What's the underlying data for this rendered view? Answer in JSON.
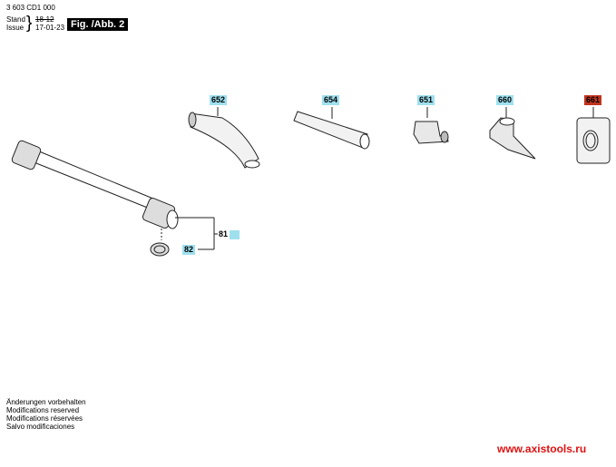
{
  "header": {
    "doc_number": "3 603 CD1 000",
    "stand_label": "Stand",
    "issue_label": "Issue",
    "stand_value": "18-12",
    "issue_value": "17-01-23",
    "figure": "Fig. /Abb. 2"
  },
  "parts": [
    {
      "number": "652",
      "highlight": "#9fe0ef"
    },
    {
      "number": "654",
      "highlight": "#9fe0ef"
    },
    {
      "number": "651",
      "highlight": "#9fe0ef"
    },
    {
      "number": "660",
      "highlight": "#9fe0ef"
    },
    {
      "number": "661",
      "highlight": "#c0341d"
    },
    {
      "number": "81"
    },
    {
      "number": "82",
      "highlight": "#9fe0ef"
    }
  ],
  "footer": {
    "notes": [
      "Änderungen vorbehalten",
      "Modifications reserved",
      "Modifications réservées",
      "Salvo modificaciones"
    ],
    "website": "www.axistools.ru"
  }
}
